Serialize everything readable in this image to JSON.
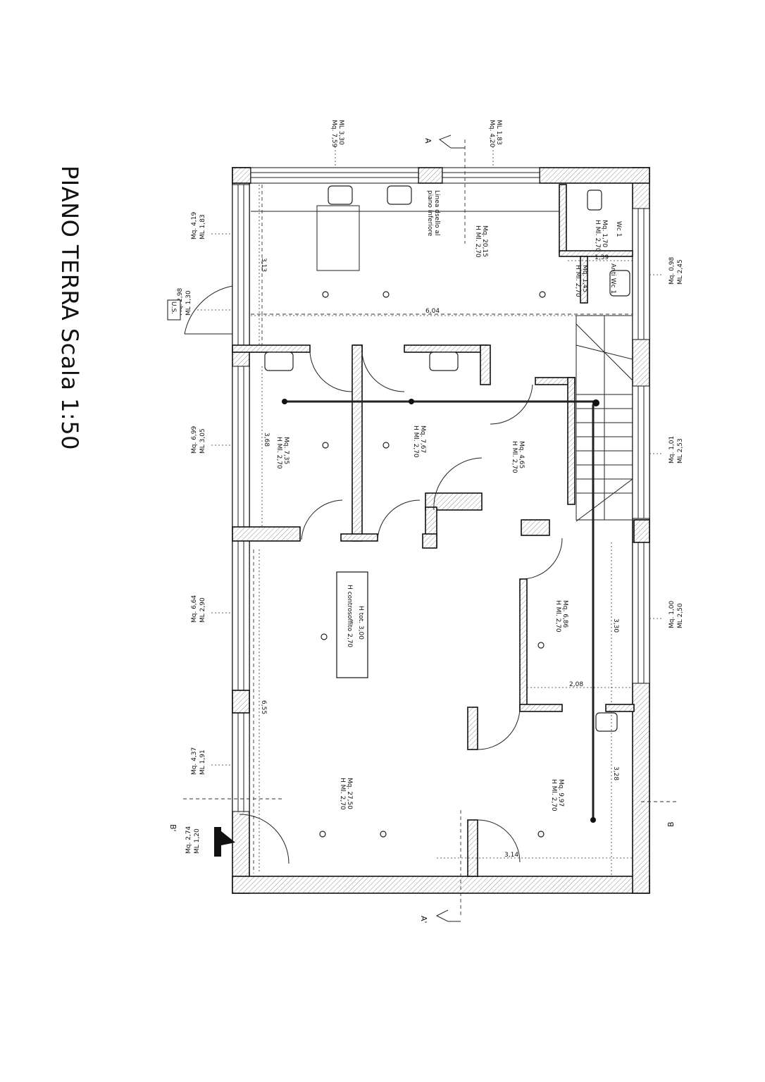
{
  "title": "PIANO TERRA  Scala 1:50",
  "rooms": [
    {
      "id": "top-hall",
      "area": "Mq. 20,15",
      "height": "H Ml. 2,70"
    },
    {
      "id": "wc1",
      "name": "Wc 1",
      "area": "Mq. 1,70",
      "height": "H Ml. 2,70"
    },
    {
      "id": "antiwc1",
      "name": "Anti Wc 1",
      "area": "Mq. 1,45",
      "height": "H Ml. 2,70"
    },
    {
      "id": "room-a",
      "area": "Mq. 7,35",
      "height": "H Ml. 2,70"
    },
    {
      "id": "room-b",
      "area": "Mq. 7,67",
      "height": "H Ml. 2,70"
    },
    {
      "id": "room-c",
      "area": "Mq. 4,65",
      "height": "H Ml. 2,70"
    },
    {
      "id": "room-d",
      "area": "Mq. 6,86",
      "height": "H Ml. 2,70"
    },
    {
      "id": "main-room",
      "area": "Mq. 27,50",
      "height": "H Ml. 2,70"
    },
    {
      "id": "room-e",
      "area": "Mq. 9,97",
      "height": "H Ml. 2,70"
    }
  ],
  "note_box": {
    "line1": "H tot. 3,00",
    "line2": "H controsoffito 2,70"
  },
  "mezzanine_note": {
    "line1": "Linea dsello al",
    "line2": "piano inferiore"
  },
  "windows_top": [
    {
      "ml": "ML 3,30",
      "mq": "Mq. 7,59"
    },
    {
      "ml": "ML 1,83",
      "mq": "Mq. 4,20"
    }
  ],
  "windows_left": [
    {
      "ml": "ML 1,83",
      "mq": "Mq. 4,19"
    },
    {
      "ml": "ML 1,30",
      "mq": "Mq. 2,98"
    },
    {
      "ml": "ML 3,05",
      "mq": "Mq. 6,99"
    },
    {
      "ml": "ML 2,90",
      "mq": "Mq. 6,64"
    },
    {
      "ml": "ML 1,91",
      "mq": "Mq. 4,37"
    },
    {
      "ml": "ML 1,20",
      "mq": "Mq. 2,74"
    }
  ],
  "windows_right": [
    {
      "ml": "ML 2,45",
      "mq": "Mq. 0,98"
    },
    {
      "ml": "ML 2,53",
      "mq": "Mq. 1,01"
    },
    {
      "ml": "ML 2,50",
      "mq": "Mq. 1,00"
    }
  ],
  "dimensions": {
    "d_313": "3,13",
    "d_604": "6,04",
    "d_139": "1,39",
    "d_368": "3,68",
    "d_330": "3,30",
    "d_208": "2,08",
    "d_655": "6,55",
    "d_328": "3,28",
    "d_314": "3,14"
  },
  "section_marks": {
    "a": "A",
    "a_prime": "A'",
    "b": "B",
    "b_prime": "B'"
  },
  "us_label": "U.S."
}
